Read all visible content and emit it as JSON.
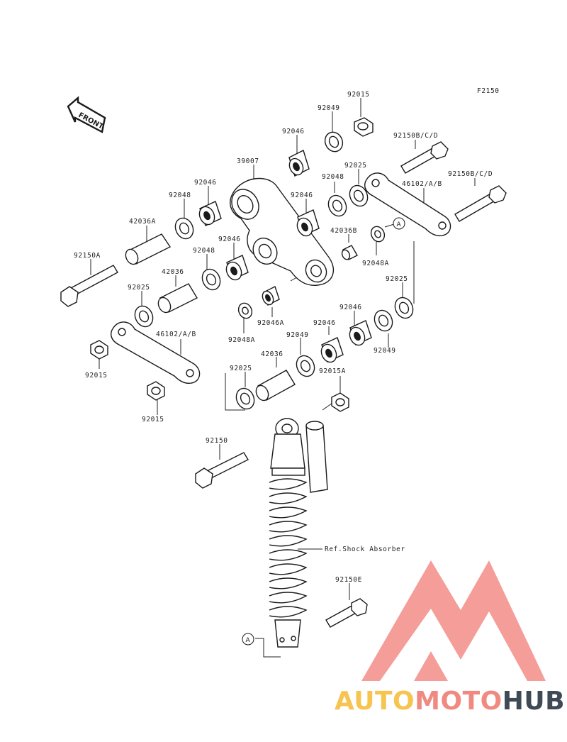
{
  "figure_code": "F2150",
  "front_label": "FRONT",
  "ref_label": "Ref.Shock Absorber",
  "callout_letter": "A",
  "parts": [
    {
      "id": "p01",
      "label": "92015"
    },
    {
      "id": "p02",
      "label": "92049"
    },
    {
      "id": "p03",
      "label": "92046"
    },
    {
      "id": "p04",
      "label": "39007"
    },
    {
      "id": "p05",
      "label": "92150B/C/D"
    },
    {
      "id": "p06",
      "label": "92025"
    },
    {
      "id": "p07",
      "label": "92048"
    },
    {
      "id": "p08",
      "label": "92150B/C/D"
    },
    {
      "id": "p09",
      "label": "92046"
    },
    {
      "id": "p10",
      "label": "46102/A/B"
    },
    {
      "id": "p11",
      "label": "92048"
    },
    {
      "id": "p12",
      "label": "92046"
    },
    {
      "id": "p13",
      "label": "42036A"
    },
    {
      "id": "p14",
      "label": "92046"
    },
    {
      "id": "p15",
      "label": "42036B"
    },
    {
      "id": "p16",
      "label": "92048"
    },
    {
      "id": "p17",
      "label": "92048A"
    },
    {
      "id": "p18",
      "label": "92150A"
    },
    {
      "id": "p19",
      "label": "42036"
    },
    {
      "id": "p20",
      "label": "92025"
    },
    {
      "id": "p21",
      "label": "92025"
    },
    {
      "id": "p22",
      "label": "92046"
    },
    {
      "id": "p23",
      "label": "92046A"
    },
    {
      "id": "p24",
      "label": "92048A"
    },
    {
      "id": "p25",
      "label": "92049"
    },
    {
      "id": "p26",
      "label": "92046"
    },
    {
      "id": "p27",
      "label": "92049"
    },
    {
      "id": "p28",
      "label": "46102/A/B"
    },
    {
      "id": "p29",
      "label": "92015"
    },
    {
      "id": "p30",
      "label": "42036"
    },
    {
      "id": "p31",
      "label": "92025"
    },
    {
      "id": "p32",
      "label": "92015A"
    },
    {
      "id": "p33",
      "label": "92015"
    },
    {
      "id": "p34",
      "label": "92150"
    },
    {
      "id": "p35",
      "label": "92150E"
    }
  ],
  "watermark": {
    "part1": "AUTO",
    "part2": "MOTO",
    "part3": "HUB",
    "colors": {
      "auto": "#f6c44f",
      "moto": "#f08a80",
      "hub": "#3f4a56",
      "logo": "#f38d88"
    }
  }
}
